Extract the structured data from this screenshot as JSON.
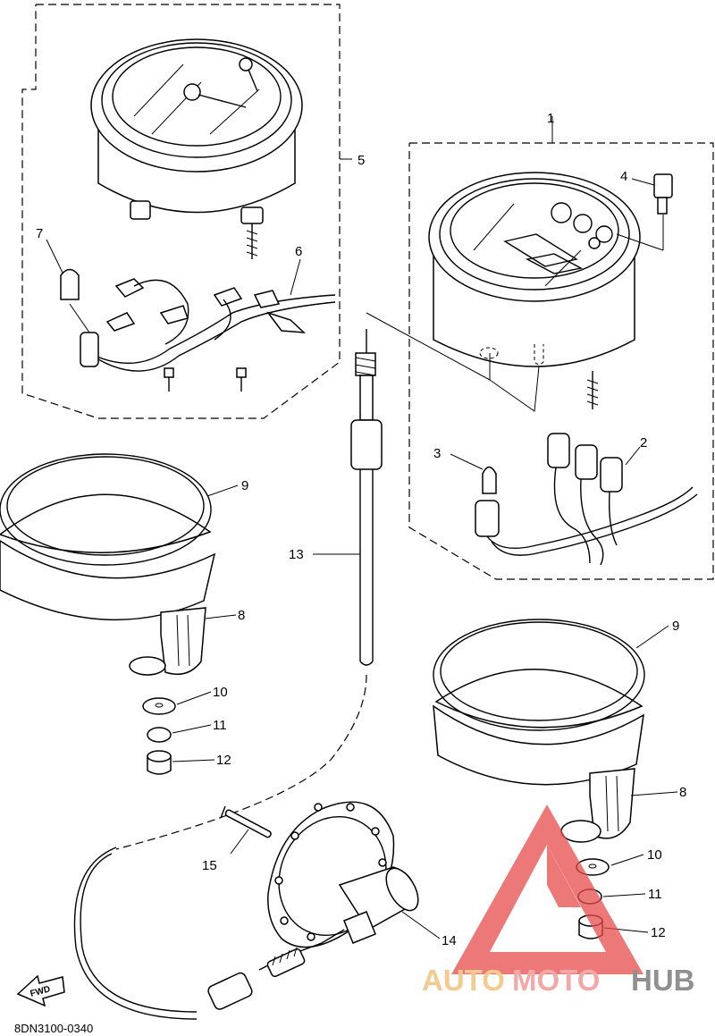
{
  "callouts": {
    "c1": "1",
    "c2": "2",
    "c3": "3",
    "c4": "4",
    "c5": "5",
    "c6": "6",
    "c7": "7",
    "c8a": "8",
    "c8b": "8",
    "c9a": "9",
    "c9b": "9",
    "c10a": "10",
    "c10b": "10",
    "c11a": "11",
    "c11b": "11",
    "c12a": "12",
    "c12b": "12",
    "c13": "13",
    "c14": "14",
    "c15": "15"
  },
  "fwd_label": "FWD",
  "drawing_code": "8DN3100-0340",
  "watermark": {
    "part1": "AUTO",
    "part2": "MOTO",
    "part3": "HUB"
  },
  "colors": {
    "line": "#000000",
    "watermark_red": "#e74c4c",
    "watermark_orange": "#f2b96b",
    "watermark_gray": "#6b6b6b"
  }
}
